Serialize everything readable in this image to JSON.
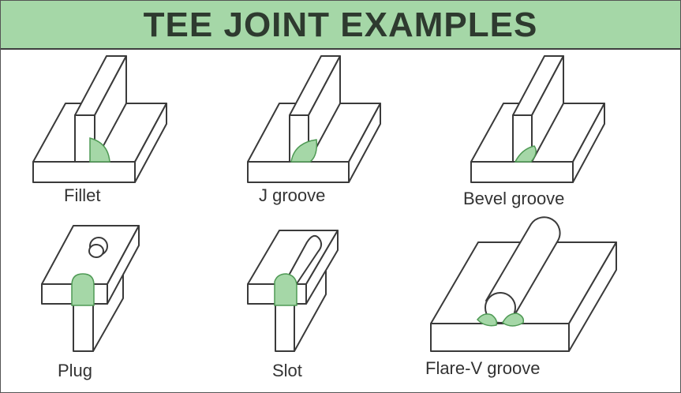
{
  "header": {
    "title": "TEE JOINT EXAMPLES"
  },
  "joints": [
    {
      "label": "Fillet"
    },
    {
      "label": "J groove"
    },
    {
      "label": "Bevel groove"
    },
    {
      "label": "Plug"
    },
    {
      "label": "Slot"
    },
    {
      "label": "Flare-V groove"
    }
  ],
  "colors": {
    "banner": "#a5d7a7",
    "weld": "#a5d7a7",
    "outline": "#3a3a3a"
  }
}
